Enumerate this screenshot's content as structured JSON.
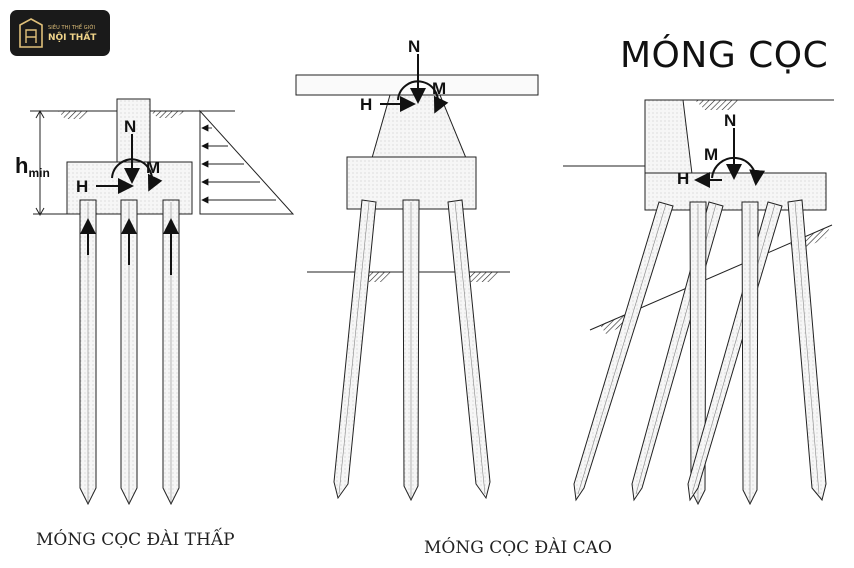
{
  "logo": {
    "tagline": "SIÊU THỊ THẾ GIỚI",
    "brand": "NỘI THẤT"
  },
  "title": "MÓNG CỌC",
  "captions": {
    "low": "MÓNG CỌC ĐÀI THẤP",
    "high": "MÓNG CỌC ĐÀI CAO"
  },
  "labels": {
    "n": "N",
    "m": "M",
    "h": "H",
    "hmin_main": "h",
    "hmin_sub": "min"
  },
  "colors": {
    "line": "#1a1a1a",
    "fill": "#f3f3f3",
    "logo_bg": "#1a1a1a",
    "logo_gold": "#f0d48a"
  }
}
